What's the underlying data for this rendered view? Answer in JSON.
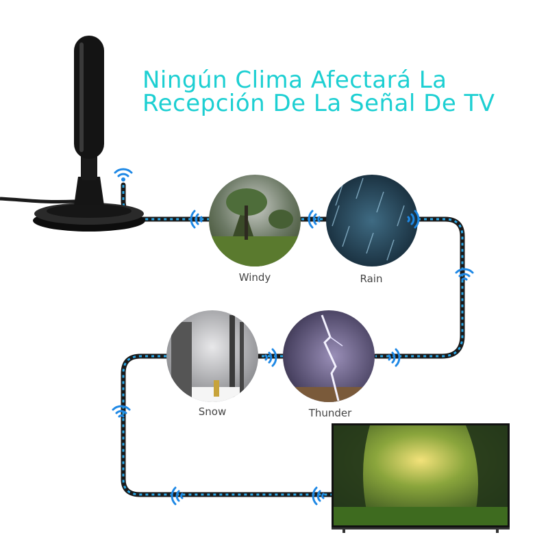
{
  "headline": {
    "line1": "Ningún Clima Afectará La",
    "line2": "Recepción De La Señal De TV"
  },
  "weather": [
    {
      "label": "Windy",
      "icon": "windy-scene"
    },
    {
      "label": "Rain",
      "icon": "rain-scene"
    },
    {
      "label": "Thunder",
      "icon": "thunder-scene"
    },
    {
      "label": "Snow",
      "icon": "snow-scene"
    }
  ],
  "colors": {
    "title": "#1ccfd2",
    "signal": "#1e88e5",
    "cable_stripe": "#2aa7e6"
  }
}
